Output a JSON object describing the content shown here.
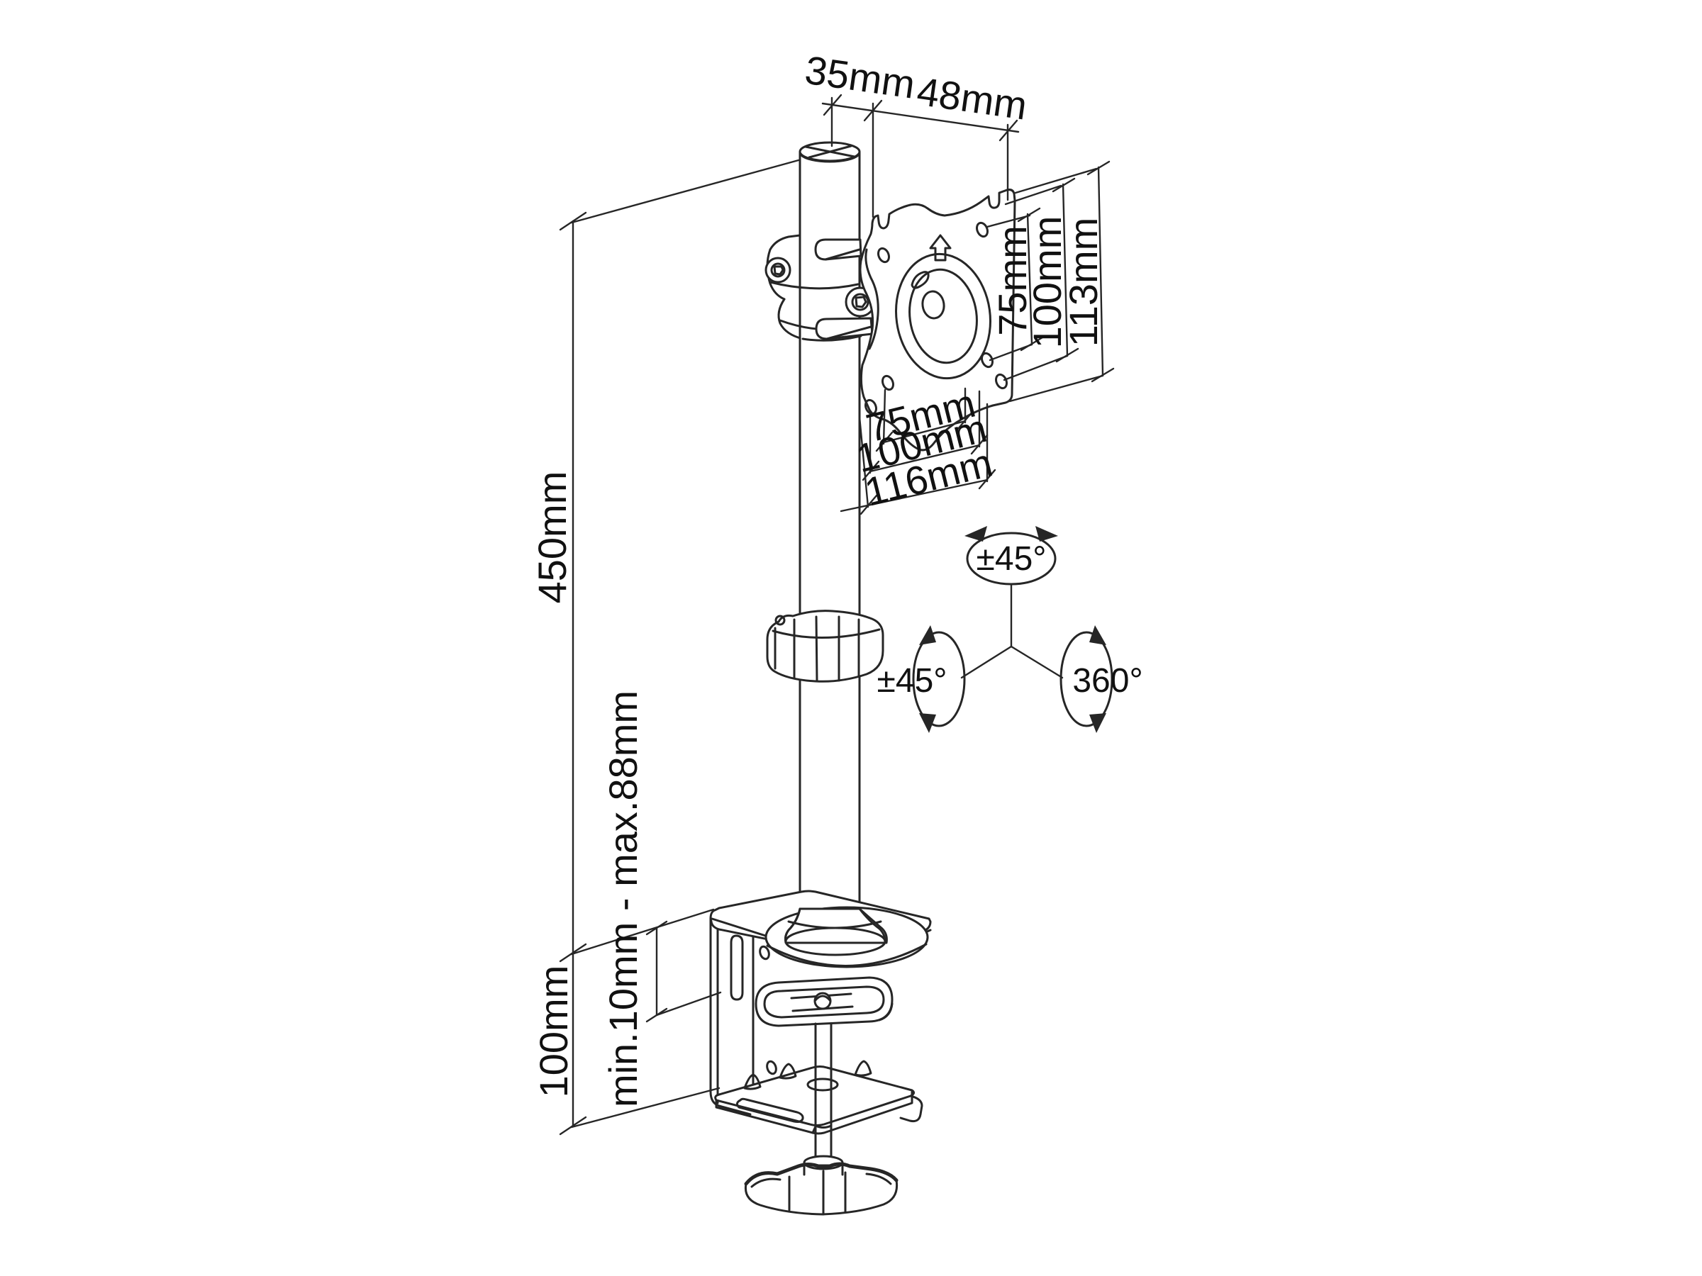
{
  "labels": {
    "pole_diameter": "35mm",
    "pole_to_plate_offset": "48mm",
    "pole_height": "450mm",
    "below_desk_height": "100mm",
    "desk_thickness_range": "min.10mm - max.88mm",
    "vesa_vertical": [
      "75mm",
      "100mm",
      "113mm"
    ],
    "vesa_horizontal": [
      "75mm",
      "100mm",
      "116mm"
    ],
    "rotation": {
      "pan_top": "±45°",
      "tilt_left": "±45°",
      "rotate_right": "360°"
    }
  },
  "colors": {
    "line": "#262626",
    "text": "#111111",
    "background": "#ffffff"
  }
}
